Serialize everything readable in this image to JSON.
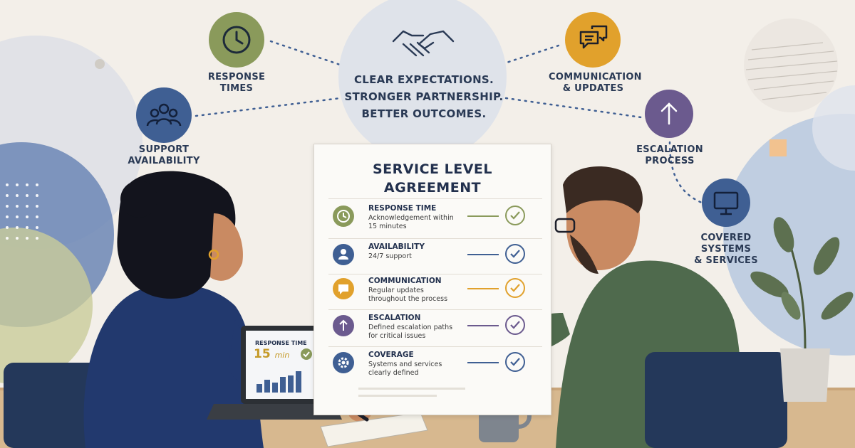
{
  "hub": {
    "line1": "CLEAR EXPECTATIONS.",
    "line2": "STRONGER PARTNERSHIP.",
    "line3": "BETTER OUTCOMES."
  },
  "topics": {
    "response_times": {
      "line1": "RESPONSE",
      "line2": "TIMES",
      "icon": "clock-icon",
      "color": "#8a9a5b"
    },
    "support_availability": {
      "line1": "SUPPORT",
      "line2": "AVAILABILITY",
      "icon": "team-icon",
      "color": "#3f5f93"
    },
    "communication_updates": {
      "line1": "COMMUNICATION",
      "line2": "& UPDATES",
      "icon": "chat-bubbles-icon",
      "color": "#e1a12c"
    },
    "escalation_process": {
      "line1": "ESCALATION",
      "line2": "PROCESS",
      "icon": "arrow-up-icon",
      "color": "#6b5a8e"
    },
    "covered_systems": {
      "line1": "COVERED SYSTEMS",
      "line2": "& SERVICES",
      "icon": "monitor-icon",
      "color": "#3f5f93"
    }
  },
  "document": {
    "title_line1": "SERVICE LEVEL",
    "title_line2": "AGREEMENT",
    "rows": [
      {
        "heading": "RESPONSE TIME",
        "desc": "Acknowledgement within 15 minutes",
        "color": "#8a9a5b",
        "icon": "clock-icon"
      },
      {
        "heading": "AVAILABILITY",
        "desc": "24/7 support",
        "color": "#3f5f93",
        "icon": "user-icon"
      },
      {
        "heading": "COMMUNICATION",
        "desc": "Regular updates throughout the process",
        "color": "#e1a12c",
        "icon": "chat-icon"
      },
      {
        "heading": "ESCALATION",
        "desc": "Defined escalation paths for critical issues",
        "color": "#6b5a8e",
        "icon": "arrow-up-icon"
      },
      {
        "heading": "COVERAGE",
        "desc": "Systems and services clearly defined",
        "color": "#3f5f93",
        "icon": "gear-icon"
      }
    ]
  },
  "laptop": {
    "heading": "RESPONSE TIME",
    "value": "15",
    "unit": "min"
  }
}
